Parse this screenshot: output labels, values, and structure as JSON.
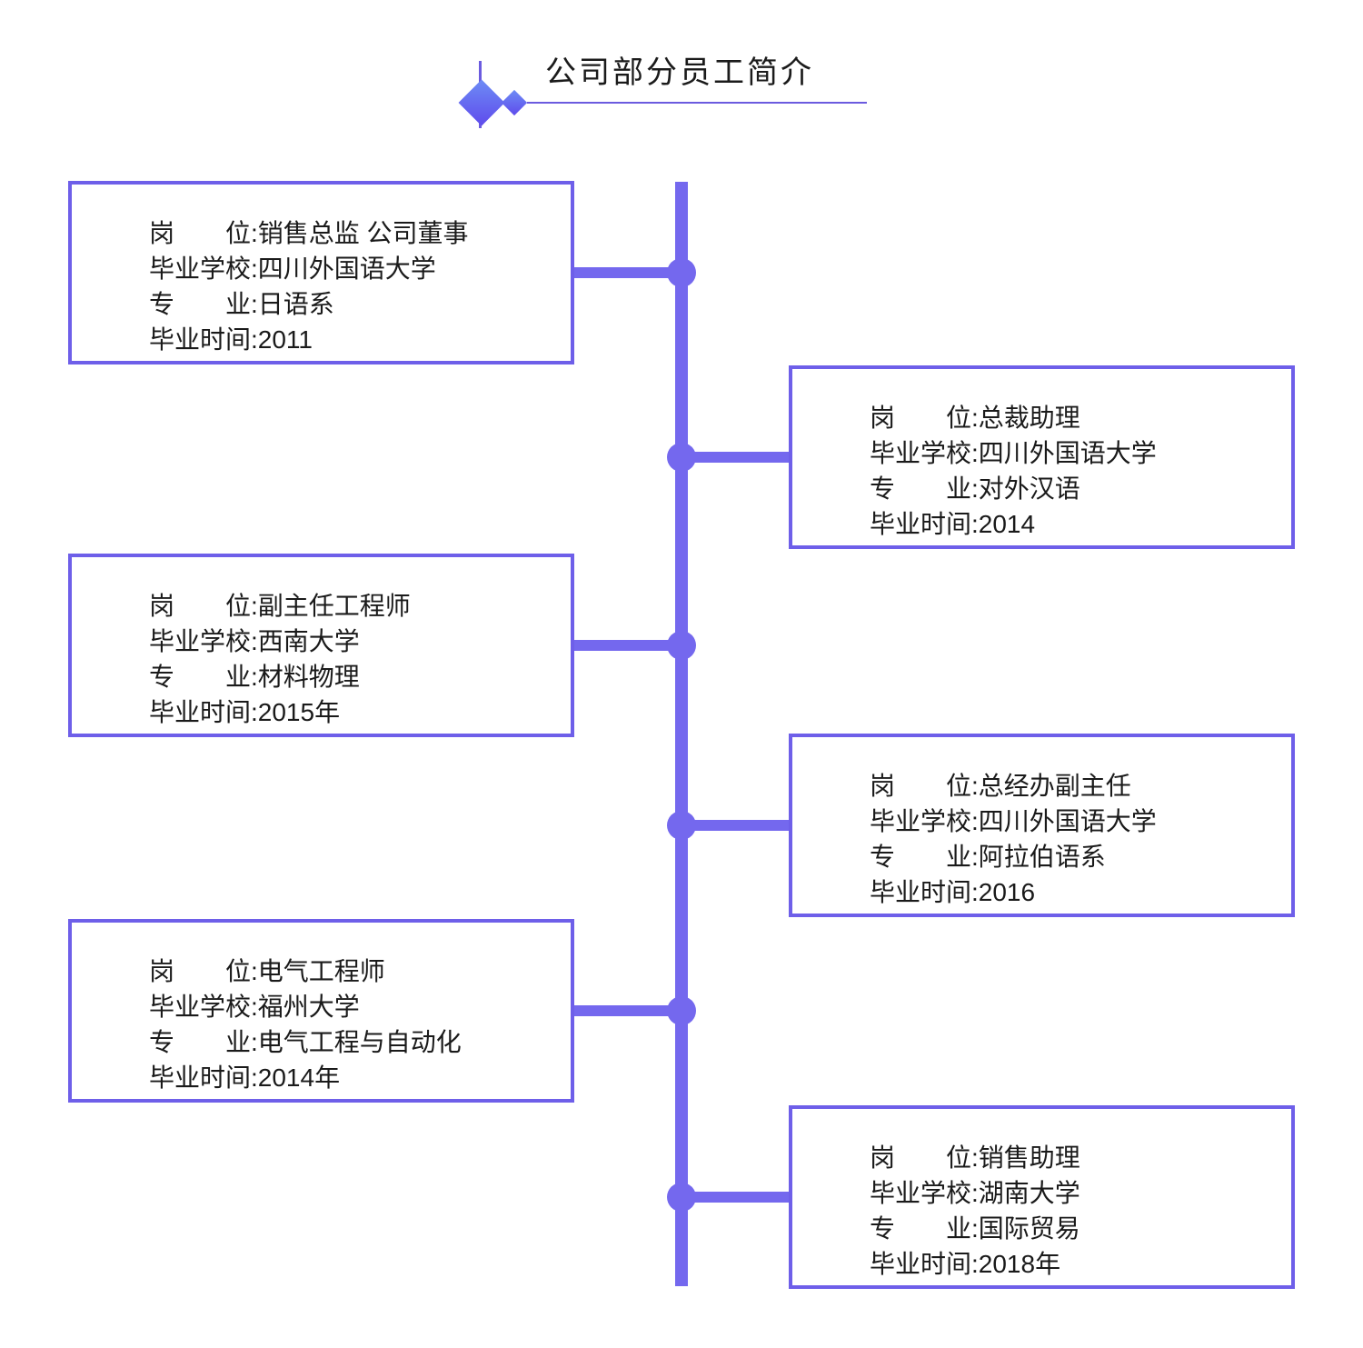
{
  "title": {
    "text": "公司部分员工简介"
  },
  "icons": {
    "diamond_large": "diamond-icon",
    "diamond_small": "diamond-icon"
  },
  "colors": {
    "spine_and_nodes": "#7468ee",
    "card_border": "#6e5fe9",
    "title_underline": "#6b5bdf",
    "diamond_gradient_start": "#6d8cf5",
    "diamond_gradient_end": "#5f4bec",
    "text": "#1a1a1a",
    "background": "#ffffff"
  },
  "employees": [
    {
      "side": "left",
      "fields": [
        {
          "label": "岗　　位:",
          "value": "销售总监 公司董事"
        },
        {
          "label": "毕业学校:",
          "value": "四川外国语大学"
        },
        {
          "label": "专　　业:",
          "value": "日语系"
        },
        {
          "label": "毕业时间:",
          "value": "2011"
        }
      ]
    },
    {
      "side": "right",
      "fields": [
        {
          "label": "岗　　位:",
          "value": "总裁助理"
        },
        {
          "label": "毕业学校:",
          "value": "四川外国语大学"
        },
        {
          "label": "专　　业:",
          "value": "对外汉语"
        },
        {
          "label": "毕业时间:",
          "value": "2014"
        }
      ]
    },
    {
      "side": "left",
      "fields": [
        {
          "label": "岗　　位:",
          "value": "副主任工程师"
        },
        {
          "label": "毕业学校:",
          "value": "西南大学"
        },
        {
          "label": "专　　业:",
          "value": "材料物理"
        },
        {
          "label": "毕业时间:",
          "value": "2015年"
        }
      ]
    },
    {
      "side": "right",
      "fields": [
        {
          "label": "岗　　位:",
          "value": "总经办副主任"
        },
        {
          "label": "毕业学校:",
          "value": "四川外国语大学"
        },
        {
          "label": "专　　业:",
          "value": "阿拉伯语系"
        },
        {
          "label": "毕业时间:",
          "value": "2016"
        }
      ]
    },
    {
      "side": "left",
      "fields": [
        {
          "label": "岗　　位:",
          "value": "电气工程师"
        },
        {
          "label": "毕业学校:",
          "value": "福州大学"
        },
        {
          "label": "专　　业:",
          "value": "电气工程与自动化"
        },
        {
          "label": "毕业时间:",
          "value": "2014年"
        }
      ]
    },
    {
      "side": "right",
      "fields": [
        {
          "label": "岗　　位:",
          "value": "销售助理"
        },
        {
          "label": "毕业学校:",
          "value": "湖南大学"
        },
        {
          "label": "专　　业:",
          "value": "国际贸易"
        },
        {
          "label": "毕业时间:",
          "value": "2018年"
        }
      ]
    }
  ]
}
